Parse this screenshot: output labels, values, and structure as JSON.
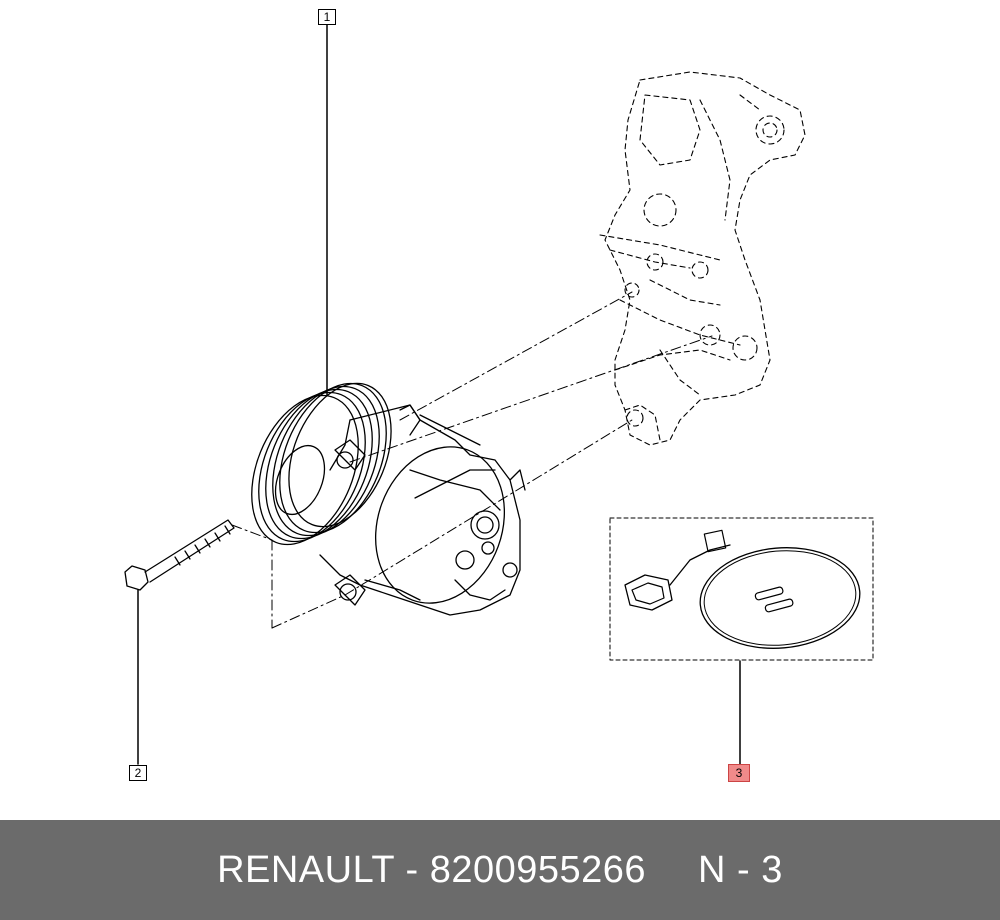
{
  "callouts": {
    "c1": "1",
    "c2": "2",
    "c3": "3"
  },
  "footer": {
    "brand_part": "RENAULT - 8200955266",
    "ref": "N - 3"
  },
  "colors": {
    "footer_bg": "#6b6b6b",
    "highlight": "#f08a8a"
  },
  "icons": [
    "compressor-icon",
    "bolt-icon",
    "bracket-icon",
    "wiring-harness-icon"
  ]
}
